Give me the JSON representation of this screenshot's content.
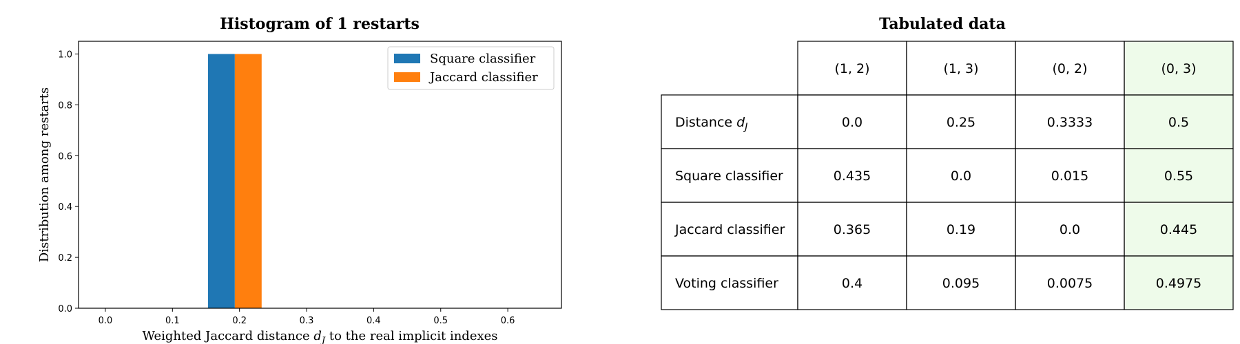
{
  "chart_data": [
    {
      "type": "bar",
      "title": "Histogram of 1 restarts",
      "xlabel": "Weighted Jaccard distance ",
      "xlabel_symbol": "d",
      "xlabel_subscript": "J",
      "xlabel_suffix": " to the real implicit indexes",
      "ylabel": "Distribution among restarts",
      "xlim": [
        -0.04,
        0.68
      ],
      "ylim": [
        0,
        1.05
      ],
      "xticks": [
        0.0,
        0.1,
        0.2,
        0.3,
        0.4,
        0.5,
        0.6
      ],
      "yticks": [
        0.0,
        0.2,
        0.4,
        0.6,
        0.8,
        1.0
      ],
      "xtick_labels": [
        "0.0",
        "0.1",
        "0.2",
        "0.3",
        "0.4",
        "0.5",
        "0.6"
      ],
      "ytick_labels": [
        "0.0",
        "0.2",
        "0.4",
        "0.6",
        "0.8",
        "1.0"
      ],
      "legend_position": "top-right",
      "series": [
        {
          "name": "Square classifier",
          "color": "#1f77b4",
          "bins": [
            {
              "x0": 0.153,
              "x1": 0.193,
              "value": 1.0
            }
          ]
        },
        {
          "name": "Jaccard classifier",
          "color": "#ff7f0e",
          "bins": [
            {
              "x0": 0.193,
              "x1": 0.233,
              "value": 1.0
            }
          ]
        }
      ]
    },
    {
      "type": "table",
      "title": "Tabulated data",
      "columns": [
        "(1, 2)",
        "(1, 3)",
        "(0, 2)",
        "(0, 3)"
      ],
      "rows": [
        {
          "label": "Distance ",
          "label_symbol": "d",
          "label_subscript": "J",
          "values": [
            "0.0",
            "0.25",
            "0.3333",
            "0.5"
          ]
        },
        {
          "label": "Square classifier",
          "values": [
            "0.435",
            "0.0",
            "0.015",
            "0.55"
          ]
        },
        {
          "label": "Jaccard classifier",
          "values": [
            "0.365",
            "0.19",
            "0.0",
            "0.445"
          ]
        },
        {
          "label": "Voting classifier",
          "values": [
            "0.4",
            "0.095",
            "0.0075",
            "0.4975"
          ]
        }
      ],
      "highlight_column_index": 3,
      "highlight_color": "#eefbea"
    }
  ]
}
